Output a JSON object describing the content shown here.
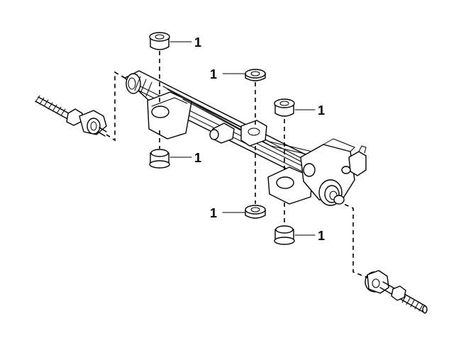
{
  "diagram": {
    "callouts": [
      {
        "label": "1"
      },
      {
        "label": "1"
      },
      {
        "label": "1"
      },
      {
        "label": "1"
      },
      {
        "label": "1"
      },
      {
        "label": "1"
      }
    ]
  }
}
